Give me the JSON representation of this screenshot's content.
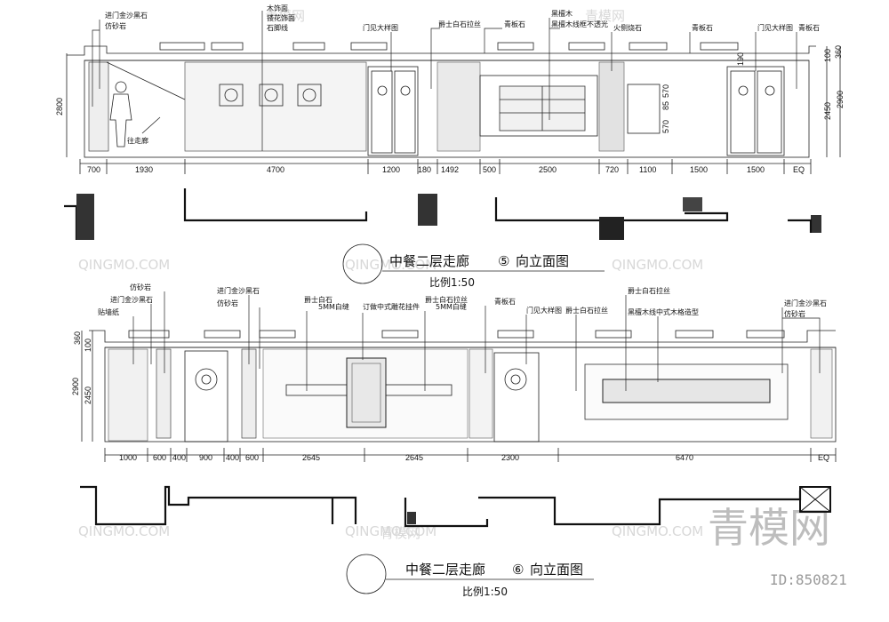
{
  "elevation5": {
    "title": "中餐二层走廊",
    "number": "⑤",
    "suffix": "向立面图",
    "scale": "比例1:50",
    "heights_left": [
      "2800"
    ],
    "heights_right": [
      "360",
      "100",
      "2450",
      "2900"
    ],
    "dims": [
      "700",
      "1930",
      "4700",
      "1200",
      "180",
      "1492",
      "500",
      "2500",
      "720",
      "1100",
      "1500",
      "1500",
      "EQ"
    ],
    "callouts": [
      "进门金沙黑石",
      "仿砂岩",
      "木饰面",
      "镂花饰面",
      "石脚线",
      "门见大样图",
      "爵士白石拉丝",
      "青板石",
      "黑檀木",
      "黑檀木线框不透光",
      "火侧烧石",
      "青板石",
      "门见大样图",
      "青板石"
    ],
    "inline": [
      "往走廊",
      "570",
      "85",
      "570",
      "190"
    ]
  },
  "elevation6": {
    "title": "中餐二层走廊",
    "number": "⑥",
    "suffix": "向立面图",
    "scale": "比例1:50",
    "heights_left": [
      "360",
      "100",
      "2450",
      "2900"
    ],
    "dims": [
      "1000",
      "600",
      "400",
      "900",
      "400",
      "600",
      "2645",
      "2645",
      "2300",
      "6470",
      "EQ"
    ],
    "callouts": [
      "仿砂岩",
      "进门金沙黑石",
      "贴墙纸",
      "进门金沙黑石",
      "仿砂岩",
      "爵士白石",
      "5MM白缝",
      "订做中式雕花挂件",
      "爵士白石拉丝",
      "5MM白缝",
      "青板石",
      "门见大样图",
      "爵士白石拉丝",
      "爵士白石拉丝",
      "黑檀木线中式木格造型",
      "进门金沙黑石",
      "仿砂岩"
    ]
  },
  "watermark": {
    "small": "QINGMO.COM",
    "cn": "青模网",
    "big": "青模网",
    "id": "ID:850821"
  }
}
